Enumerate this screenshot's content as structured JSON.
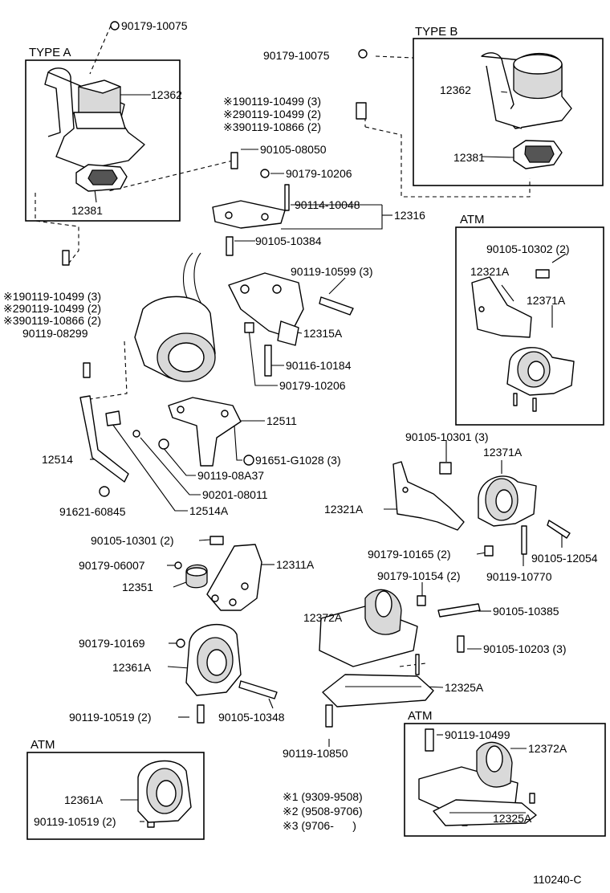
{
  "sections": {
    "type_a": "TYPE A",
    "type_b": "TYPE B",
    "atm_right": "ATM",
    "atm_bottom_left": "ATM",
    "atm_bottom_right": "ATM"
  },
  "labels": {
    "p90179_10075_top": "90179-10075",
    "p12362_a": "12362",
    "p12381_a": "12381",
    "p90179_10075_b": "90179-10075",
    "p12362_b": "12362",
    "p12381_b": "12381",
    "note1_90119_10499": "※190119-10499 (3)",
    "note2_90119_10499": "※290119-10499 (2)",
    "note3_90119_10866": "※390119-10866 (2)",
    "p90105_08050": "90105-08050",
    "p90179_10206_a": "90179-10206",
    "p90114_10048": "90114-10048",
    "p12316": "12316",
    "p90105_10384": "90105-10384",
    "atm_90105_10302": "90105-10302 (2)",
    "atm_12321A": "12321A",
    "atm_12371A": "12371A",
    "left_note1": "※190119-10499 (3)",
    "left_note2": "※290119-10499 (2)",
    "left_note3": "※390119-10866 (2)",
    "p90119_08299": "90119-08299",
    "p90119_10599": "90119-10599 (3)",
    "p12315A": "12315A",
    "p90116_10184": "90116-10184",
    "p90179_10206_b": "90179-10206",
    "p12511": "12511",
    "p12514": "12514",
    "p91651_G1028": "91651-G1028 (3)",
    "p90119_08A37": "90119-08A37",
    "p90201_08011": "90201-08011",
    "p91621_60845": "91621-60845",
    "p12514A": "12514A",
    "p90105_10301_r": "90105-10301 (3)",
    "p12371A_mid": "12371A",
    "p12321A_mid": "12321A",
    "p90105_10301_l": "90105-10301 (2)",
    "p12311A": "12311A",
    "p90179_06007": "90179-06007",
    "p12351": "12351",
    "p90179_10165": "90179-10165 (2)",
    "p90105_12054": "90105-12054",
    "p90179_10154": "90179-10154 (2)",
    "p90119_10770": "90119-10770",
    "p90105_10385": "90105-10385",
    "p12372A_mid": "12372A",
    "p90179_10169": "90179-10169",
    "p90105_10203": "90105-10203 (3)",
    "p12361A_mid": "12361A",
    "p12325A_mid": "12325A",
    "p90119_10519_mid": "90119-10519 (2)",
    "p90105_10348": "90105-10348",
    "p90119_10850": "90119-10850",
    "atm_bl_12361A": "12361A",
    "atm_bl_90119_10519": "90119-10519 (2)",
    "atm_br_90119_10499": "90119-10499",
    "atm_br_12372A": "12372A",
    "atm_br_12325A": "12325A"
  },
  "legend": [
    "※1 (9309-9508)",
    "※2 (9508-9706)",
    "※3 (9706-      )"
  ],
  "figure_id": "110240-C"
}
